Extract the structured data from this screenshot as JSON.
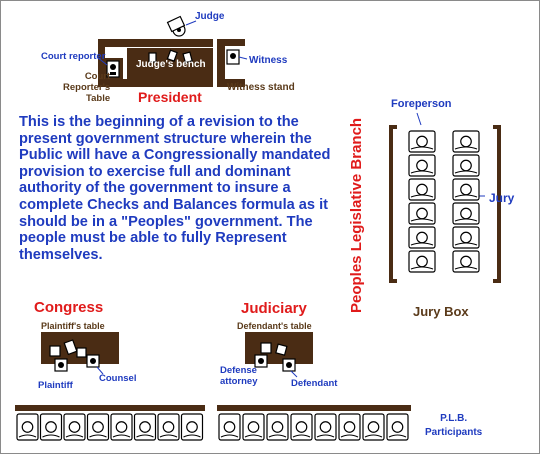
{
  "courtroom_top": {
    "judge": "Judge",
    "court_reporter": "Court reporter",
    "judges_bench": "Judge's bench",
    "witness": "Witness",
    "court_reporters_table": [
      "Court",
      "Reporter's",
      "Table"
    ],
    "witness_stand": "Witness stand",
    "president": "President"
  },
  "description": "This is the beginning of a revision to the present government structure wherein the Public will have a Congressionally mandated provision to exercise full and dominant authority of the government to insure a complete Checks and Balances formula as it should be in a \"Peoples\" government. The people must be able to fully Represent themselves.",
  "jury": {
    "branch_label": "Peoples Legislative Branch",
    "foreperson": "Foreperson",
    "jury": "Jury",
    "jury_box": "Jury Box"
  },
  "congress": {
    "title": "Congress",
    "table": "Plaintiff's table",
    "plaintiff": "Plaintiff",
    "counsel": "Counsel"
  },
  "judiciary": {
    "title": "Judiciary",
    "table": "Defendant's table",
    "defense_attorney": [
      "Defense",
      "attorney"
    ],
    "defendant": "Defendant"
  },
  "participants": [
    "P.L.B.",
    "Participants"
  ],
  "colors": {
    "blue": "#1f3bbf",
    "red": "#e01b1b",
    "brown": "#4a2c14"
  }
}
